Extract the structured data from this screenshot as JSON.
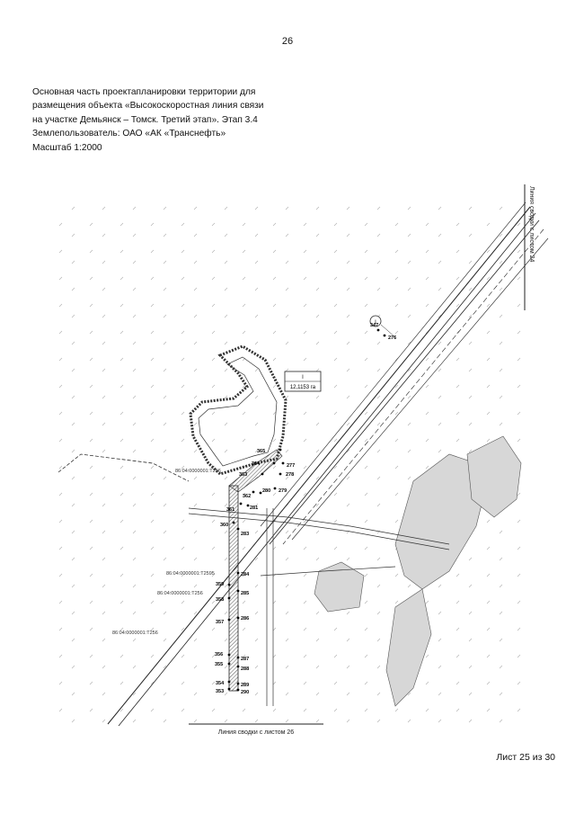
{
  "page_number": "26",
  "header": {
    "lines": [
      "Основная часть проектапланировки территории для",
      "размещения объекта «Высокоскоростная линия связи",
      "на участке Демьянск – Томск. Третий этап». Этап 3.4",
      "Землепользователь: ОАО «АК «Транснефть»",
      "Масштаб 1:2000"
    ]
  },
  "map": {
    "match_line_top": "Линия сводки с листом 24",
    "match_line_bottom": "Линия сводки с листом 26",
    "zone_label": "I",
    "zone_area": "12,1153 га",
    "callout_label": "I",
    "parcels": [
      "86:04:0000001:Т256",
      "86:04:0000001:Т2595",
      "86:04:0000001:Т256",
      "86:04:0000001:Т256"
    ],
    "points": [
      "347",
      "276",
      "365",
      "277",
      "364",
      "278",
      "363",
      "279",
      "362",
      "280",
      "361",
      "281",
      "360",
      "283",
      "284",
      "359",
      "285",
      "358",
      "357",
      "286",
      "356",
      "287",
      "355",
      "288",
      "354",
      "289",
      "353",
      "290"
    ]
  },
  "footer": {
    "sheet": "Лист 25 из 30"
  }
}
